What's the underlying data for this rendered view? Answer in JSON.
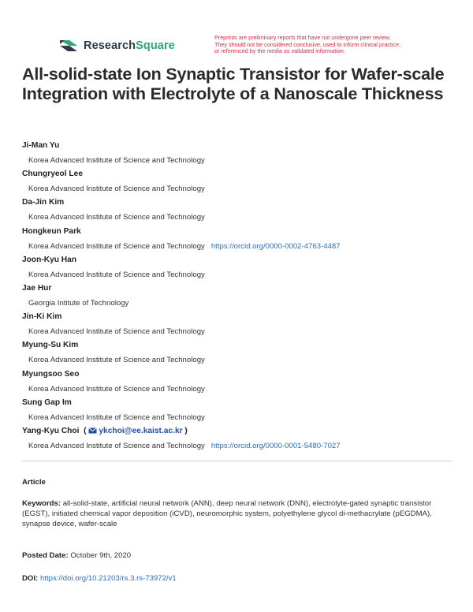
{
  "header": {
    "logo_text_main": "Research",
    "logo_text_accent": "Square",
    "disclaimer": [
      "Preprints are preliminary reports that have not undergone peer review.",
      "They should not be considered conclusive, used to inform clinical practice,",
      "or referenced by the media as validated information."
    ]
  },
  "title": "All-solid-state Ion Synaptic Transistor for Wafer-scale Integration with Electrolyte of a Nanoscale Thickness",
  "authors": [
    {
      "name": "Ji-Man Yu",
      "affiliation": "Korea Advanced Institute of Science and Technology",
      "orcid": ""
    },
    {
      "name": "Chungryeol Lee",
      "affiliation": "Korea Advanced Institute of Science and Technology",
      "orcid": ""
    },
    {
      "name": "Da-Jin Kim",
      "affiliation": "Korea Advanced Institute of Science and Technology",
      "orcid": ""
    },
    {
      "name": "Hongkeun Park",
      "affiliation": "Korea Advanced Institute of Science and Technology",
      "orcid": "https://orcid.org/0000-0002-4763-4487"
    },
    {
      "name": "Joon-Kyu Han",
      "affiliation": "Korea Advanced Institute of Science and Technology",
      "orcid": ""
    },
    {
      "name": "Jae Hur",
      "affiliation": "Georgia Intitute of Technology",
      "orcid": ""
    },
    {
      "name": "Jin-Ki Kim",
      "affiliation": "Korea Advanced Institute of Science and Technology",
      "orcid": ""
    },
    {
      "name": "Myung-Su Kim",
      "affiliation": "Korea Advanced Institute of Science and Technology",
      "orcid": ""
    },
    {
      "name": "Myungsoo Seo",
      "affiliation": "Korea Advanced Institute of Science and Technology",
      "orcid": ""
    },
    {
      "name": "Sung Gap Im",
      "affiliation": "Korea Advanced Institute of Science and Technology",
      "orcid": ""
    }
  ],
  "corresponding_author": {
    "name": "Yang-Kyu Choi",
    "email": "ykchoi@ee.kaist.ac.kr",
    "affiliation": "Korea Advanced Institute of Science and Technology",
    "orcid": "https://orcid.org/0000-0001-5480-7027"
  },
  "article_type": "Article",
  "keywords": {
    "label": "Keywords:",
    "text": "all-solid-state, artificial neural network (ANN), deep neural network (DNN), electrolyte-gated synaptic transistor (EGST), initiated chemical vapor deposition (iCVD), neuromorphic system, polyethylene glycol di-methacrylate (pEGDMA), synapse device, wafer-scale"
  },
  "posted_date": {
    "label": "Posted Date:",
    "value": "October 9th, 2020"
  },
  "doi": {
    "label": "DOI:",
    "value": "https://doi.org/10.21203/rs.3.rs-73972/v1"
  },
  "colors": {
    "accent_green": "#2aa876",
    "link_blue": "#2a6ebb",
    "disclaimer_red": "#e0273a"
  }
}
